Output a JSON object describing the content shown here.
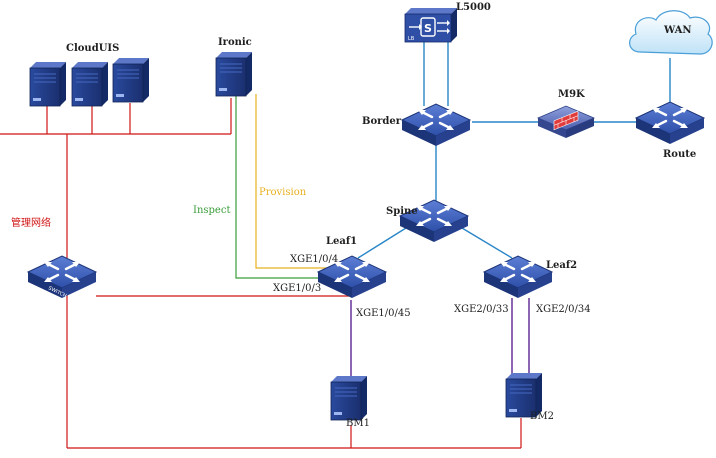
{
  "colors": {
    "management": "#d01515",
    "fabric": "#2a86c8",
    "access": "#7040a0",
    "inspect": "#3a9d3a",
    "provision": "#e8b020",
    "device": "#23408a"
  },
  "labels": {
    "cloudUIS": "CloudUIS",
    "ironic": "Ironic",
    "mgmtNetwork": "管理网络",
    "switchText": "SWITCH",
    "l5000": "L5000",
    "wan": "WAN",
    "border": "Border",
    "m9k": "M9K",
    "route": "Route",
    "spine": "Spine",
    "leaf1": "Leaf1",
    "leaf2": "Leaf2",
    "inspect": "Inspect",
    "provision": "Provision",
    "leaf1Port4": "XGE1/0/4",
    "leaf1Port3": "XGE1/0/3",
    "leaf1Port45": "XGE1/0/45",
    "leaf2Port33": "XGE2/0/33",
    "leaf2Port34": "XGE2/0/34",
    "bm1": "BM1",
    "bm2": "BM2"
  },
  "icons": {
    "server": "server-tower-icon",
    "switch": "l3-switch-icon",
    "cloud": "cloud-icon",
    "loadBalancer": "load-balancer-icon",
    "firewall": "firewall-icon"
  }
}
